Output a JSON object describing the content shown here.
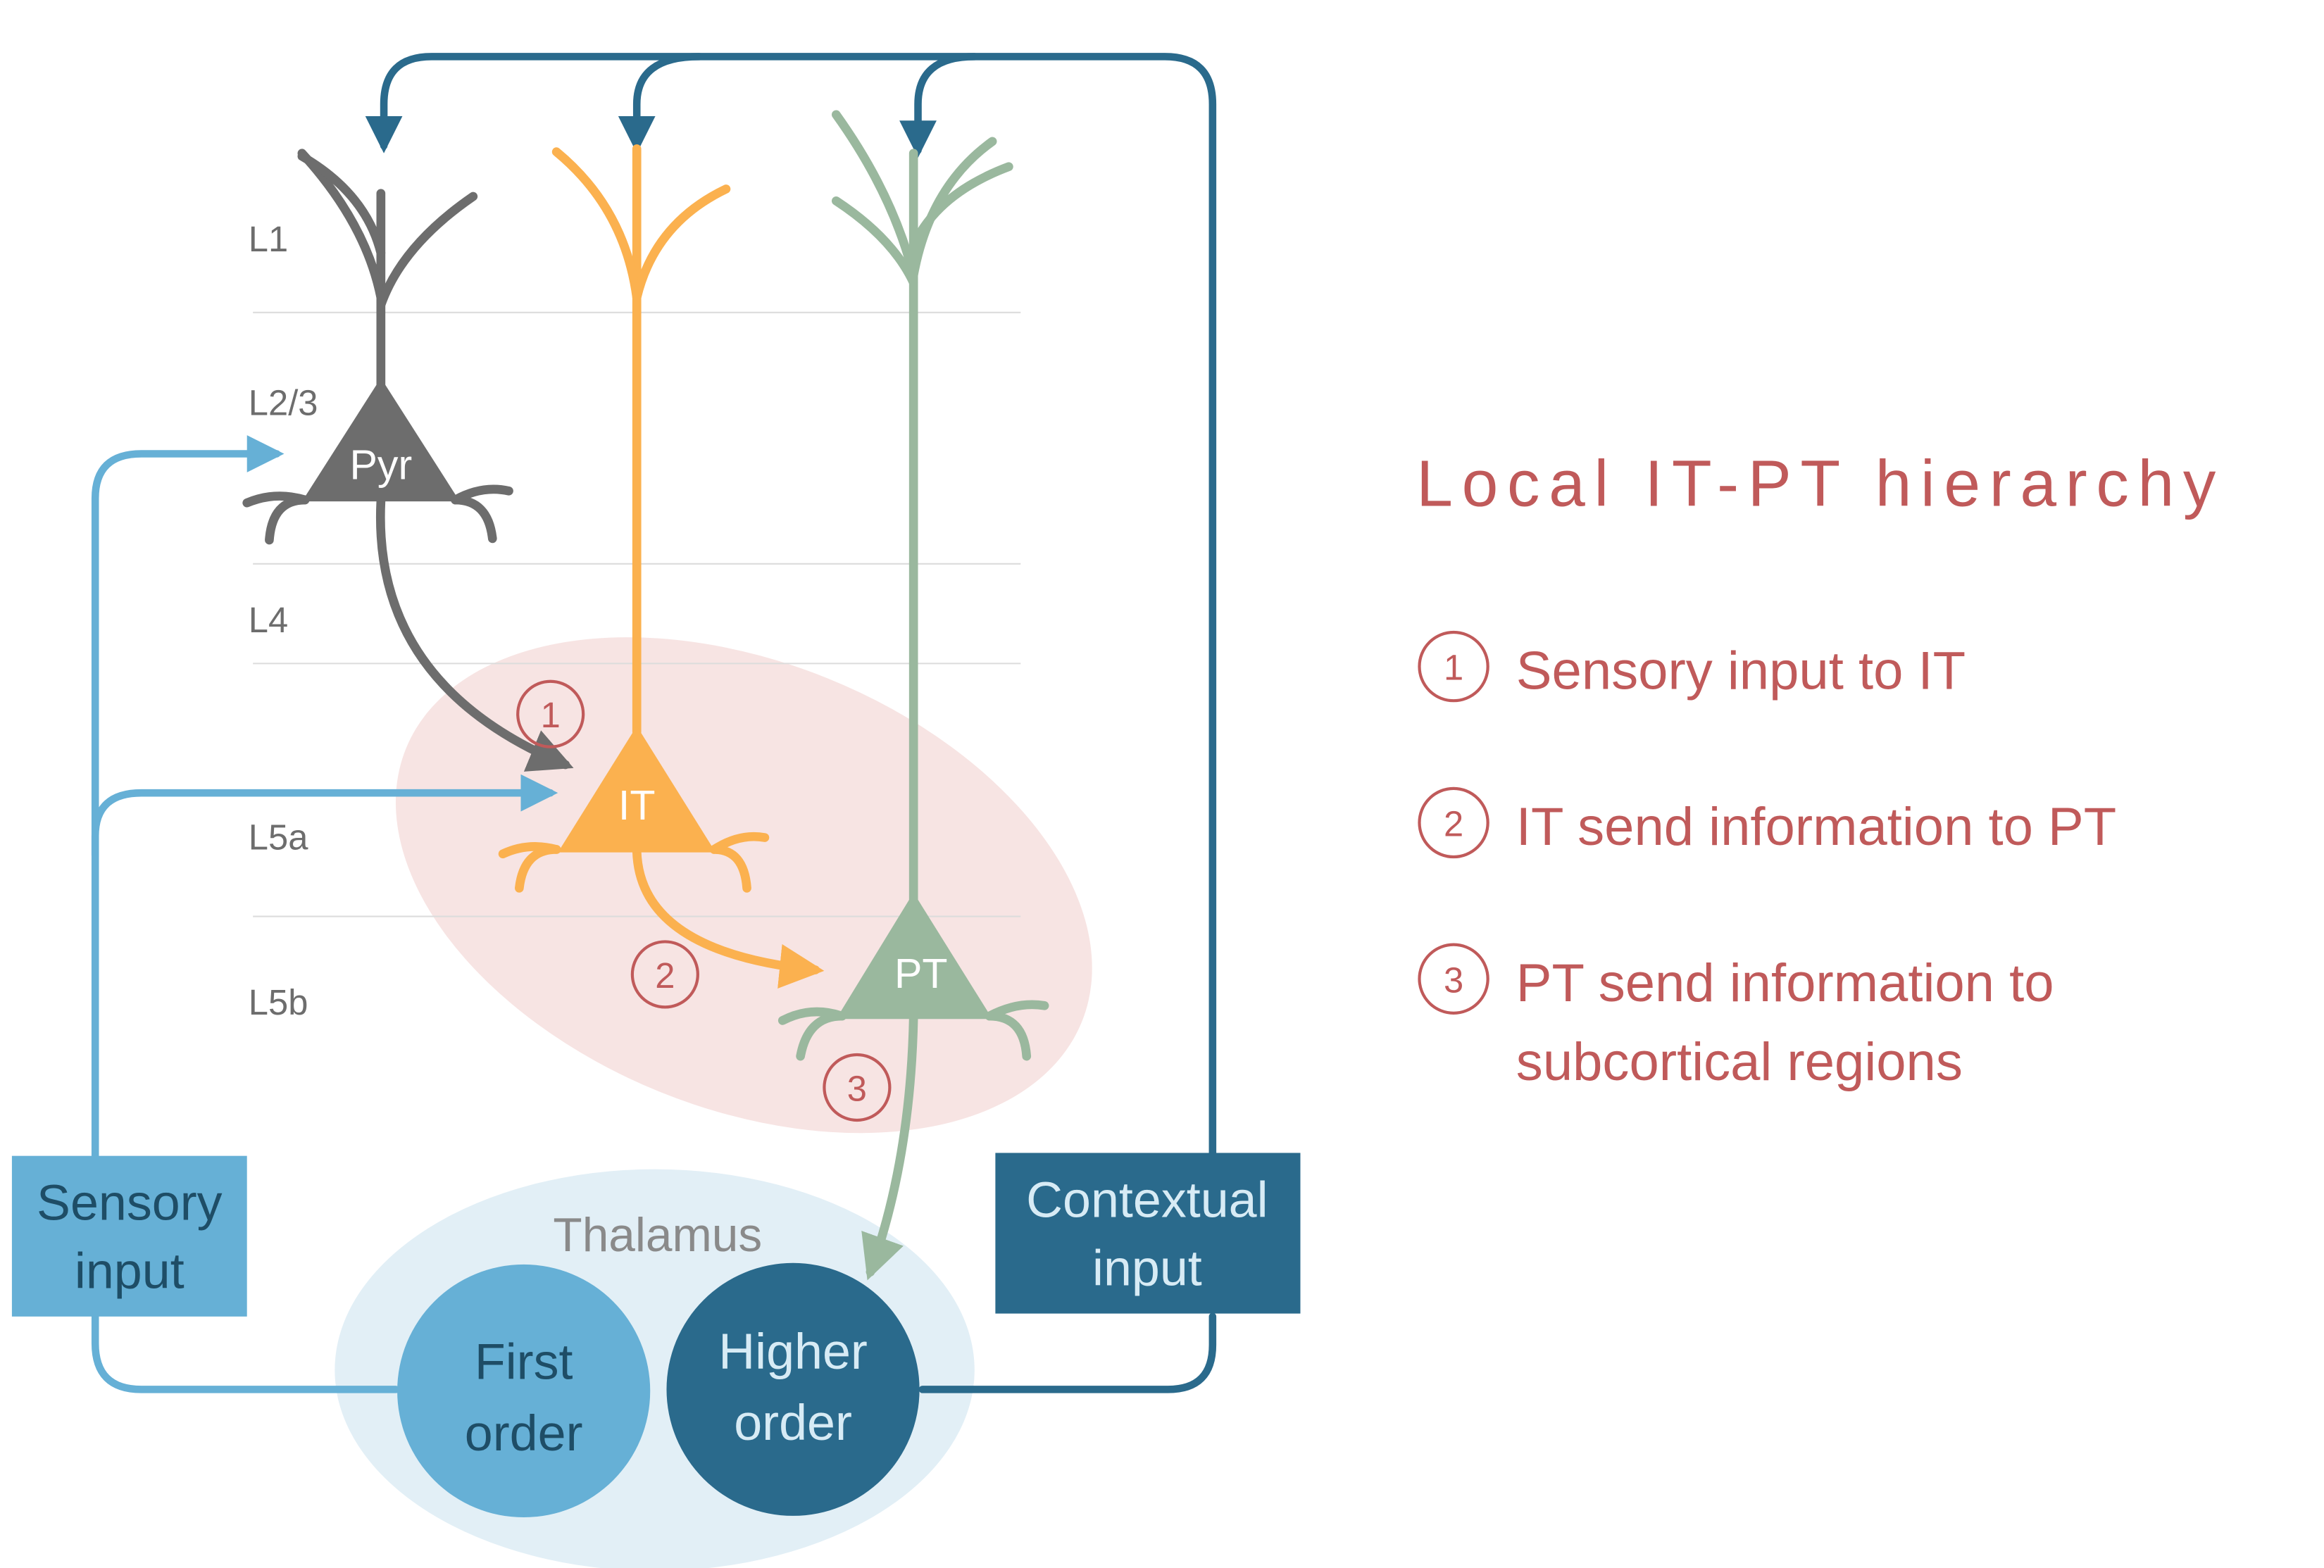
{
  "layers": [
    {
      "id": "l1",
      "label": "L1"
    },
    {
      "id": "l23",
      "label": "L2/3"
    },
    {
      "id": "l4",
      "label": "L4"
    },
    {
      "id": "l5a",
      "label": "L5a"
    },
    {
      "id": "l5b",
      "label": "L5b"
    }
  ],
  "neurons": {
    "pyr": {
      "label": "Pyr",
      "color": "#6d6d6d"
    },
    "it": {
      "label": "IT",
      "color": "#fbb14f"
    },
    "pt": {
      "label": "PT",
      "color": "#9ab89e"
    }
  },
  "step_markers": [
    "1",
    "2",
    "3"
  ],
  "inputs": {
    "sensory": {
      "line1": "Sensory",
      "line2": "input",
      "color": "#66b0d6"
    },
    "contextual": {
      "line1": "Contextual",
      "line2": "input",
      "color": "#2a6a8c"
    }
  },
  "thalamus": {
    "label": "Thalamus",
    "first_order": {
      "line1": "First",
      "line2": "order"
    },
    "higher_order": {
      "line1": "Higher",
      "line2": "order"
    }
  },
  "legend": {
    "title": "Local IT-PT hierarchy",
    "items": [
      {
        "num": "1",
        "text": "Sensory input to IT"
      },
      {
        "num": "2",
        "text": "IT send information to PT"
      },
      {
        "num": "3",
        "line1": "PT send information to",
        "line2": "subcortical regions"
      }
    ],
    "color": "#c05a5a"
  },
  "colors": {
    "hierarchy_ellipse": "#f7e4e3",
    "thalamus_ellipse": "#e2eff6",
    "layer_line": "#dcdcdc",
    "layer_text": "#6d6d6d"
  }
}
